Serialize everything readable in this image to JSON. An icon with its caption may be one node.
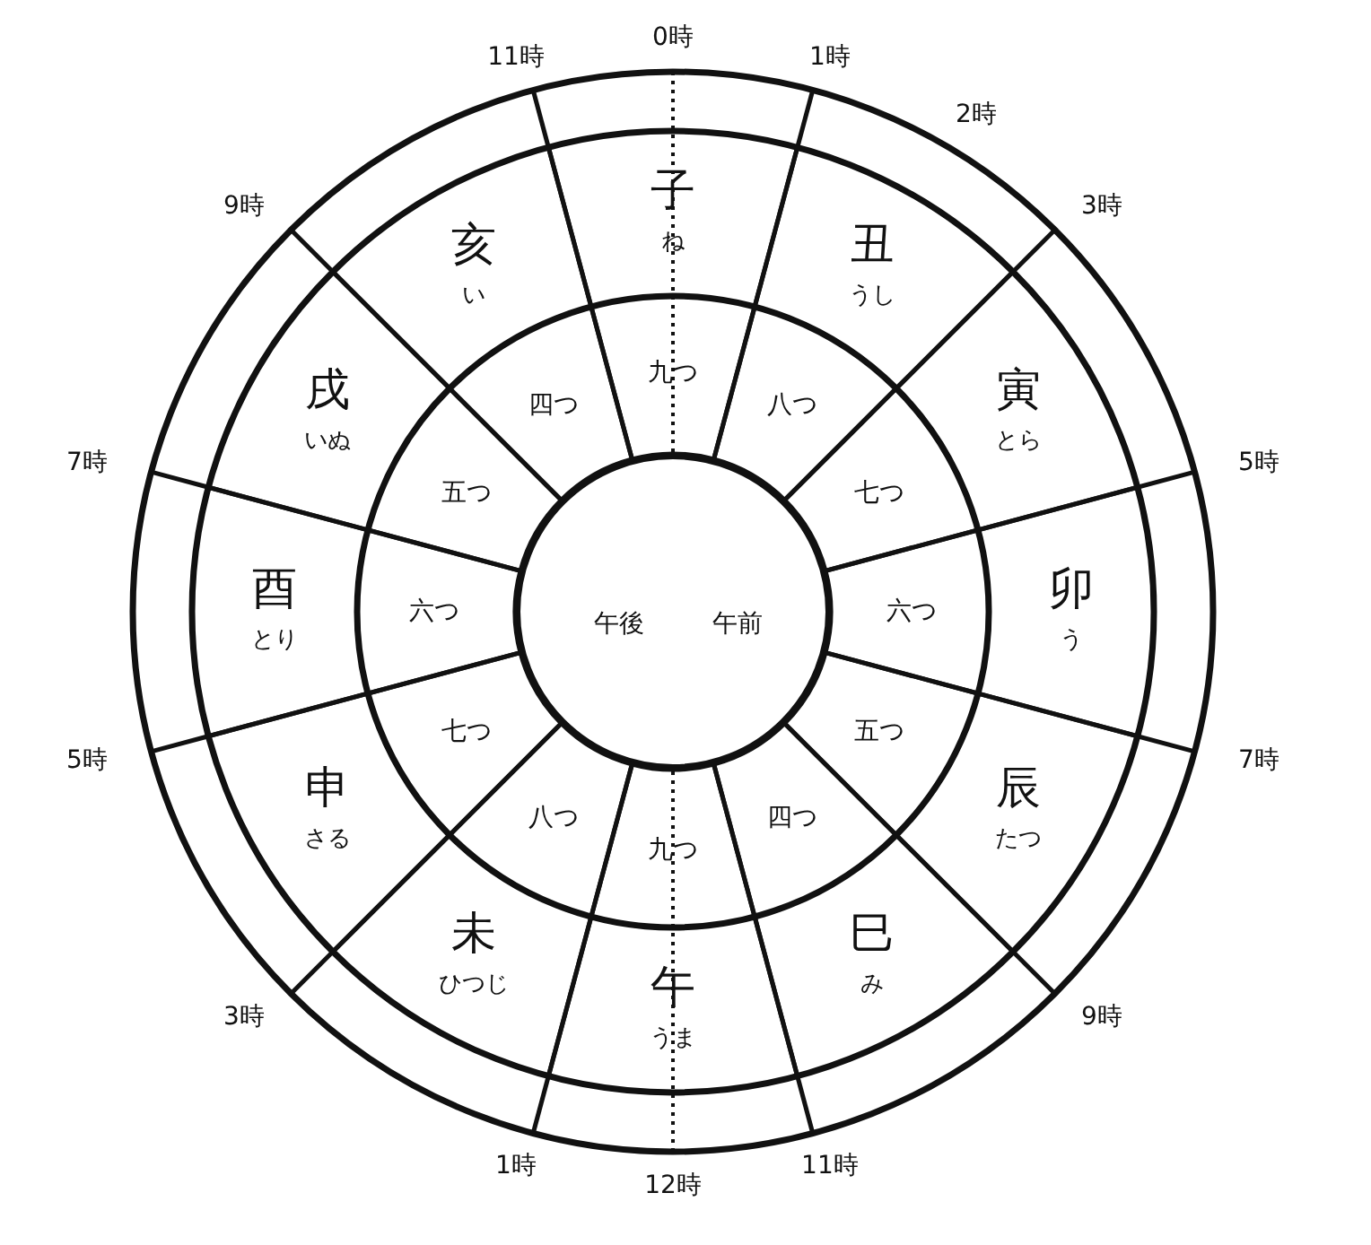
{
  "diagram": {
    "nodes": [
      {
        "text": [
          "午後",
          "午前"
        ]
      },
      {
        "text": [
          "子",
          "ね"
        ]
      },
      {
        "text": [
          "丑",
          "うし"
        ]
      },
      {
        "text": [
          "寅",
          "とら"
        ]
      },
      {
        "text": [
          "卯",
          "う"
        ]
      },
      {
        "text": [
          "辰",
          "たつ"
        ]
      },
      {
        "text": [
          "巳",
          "み"
        ]
      },
      {
        "text": [
          "午",
          "うま"
        ]
      },
      {
        "text": [
          "未",
          "ひつじ"
        ]
      },
      {
        "text": [
          "申",
          "さる"
        ]
      },
      {
        "text": [
          "酉",
          "とり"
        ]
      },
      {
        "text": [
          "戌",
          "いぬ"
        ]
      },
      {
        "text": [
          "亥",
          "い"
        ]
      },
      {
        "text": [
          "九つ"
        ]
      },
      {
        "text": [
          "八つ"
        ]
      },
      {
        "text": [
          "七つ"
        ]
      },
      {
        "text": [
          "六つ"
        ]
      },
      {
        "text": [
          "五つ"
        ]
      },
      {
        "text": [
          "四つ"
        ]
      },
      {
        "text": [
          "九つ"
        ]
      },
      {
        "text": [
          "八つ"
        ]
      },
      {
        "text": [
          "七つ"
        ]
      },
      {
        "text": [
          "六つ"
        ]
      },
      {
        "text": [
          "五つ"
        ]
      },
      {
        "text": [
          "四つ"
        ]
      }
    ],
    "labels": [
      "0時",
      "1時",
      "2時",
      "3時",
      "5時",
      "7時",
      "9時",
      "11時",
      "12時",
      "1時",
      "3時",
      "5時",
      "7時",
      "9時",
      "11時"
    ]
  }
}
